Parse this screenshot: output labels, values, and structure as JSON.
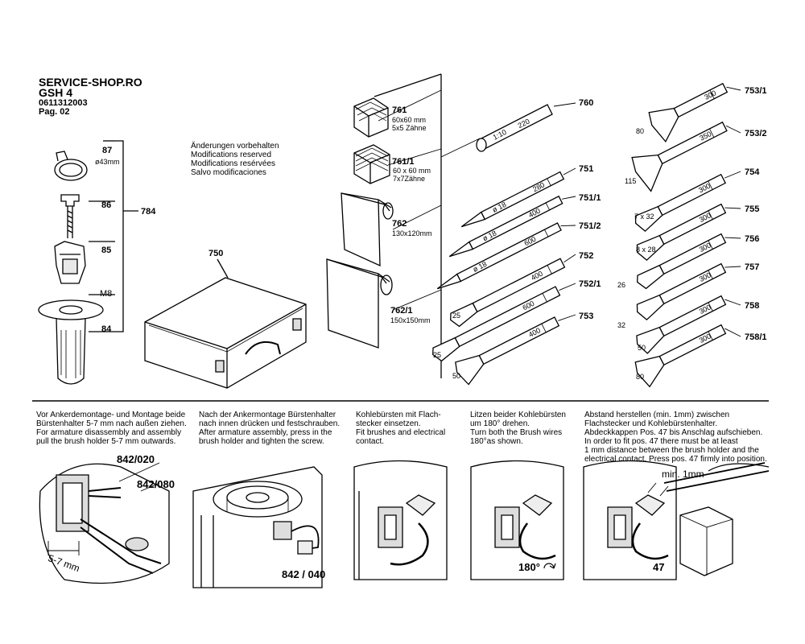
{
  "header": {
    "shop": "SERVICE-SHOP.RO",
    "model": "GSH 4",
    "part_number": "0611312003",
    "page": "Pag. 02"
  },
  "notice": [
    "Änderungen vorbehalten",
    "Modifications reserved",
    "Modifications resérvées",
    "Salvo modificaciones"
  ],
  "handle_parts": {
    "p87": "87",
    "p87_spec": "ø43mm",
    "p86": "86",
    "p85": "85",
    "m8": "M8",
    "p84": "84",
    "p784": "784"
  },
  "case": {
    "p750": "750"
  },
  "pads": {
    "p761": "761",
    "p761_spec1": "60x60 mm",
    "p761_spec2": "5x5 Zähne",
    "p761_1": "761/1",
    "p761_1_spec1": "60 x 60 mm",
    "p761_1_spec2": "7x7Zähne",
    "p762": "762",
    "p762_spec": "130x120mm",
    "p762_1": "762/1",
    "p762_1_spec": "150x150mm"
  },
  "chisels_mid": {
    "p760": "760",
    "p760_text": "1:10",
    "p760_len": "220",
    "p751": "751",
    "p751_d": "ø 18",
    "p751_len": "280",
    "p751_1": "751/1",
    "p751_1_d": "ø 18",
    "p751_1_len": "400",
    "p751_2": "751/2",
    "p751_2_d": "ø 18",
    "p751_2_len": "600",
    "p752": "752",
    "p752_w": "25",
    "p752_len": "400",
    "p752_1": "752/1",
    "p752_1_w": "25",
    "p752_1_len": "600",
    "p753": "753",
    "p753_w": "50",
    "p753_len": "400"
  },
  "chisels_right": {
    "p753_1": "753/1",
    "p753_1_w": "80",
    "p753_1_len": "300",
    "p753_2": "753/2",
    "p753_2_w": "115",
    "p753_2_len": "350",
    "p754": "754",
    "p754_w": "7 x 32",
    "p754_len": "300",
    "p755": "755",
    "p755_w": "8 x 28",
    "p755_len": "300",
    "p756": "756",
    "p756_w": "26",
    "p756_len": "300",
    "p757": "757",
    "p757_w": "32",
    "p757_len": "300",
    "p758": "758",
    "p758_w": "50",
    "p758_len": "300",
    "p758_1": "758/1",
    "p758_1_w": "80",
    "p758_1_len": "300"
  },
  "instructions": {
    "step1": [
      "Vor Ankerdemontage- und Montage beide",
      "Bürstenhalter 5-7 mm nach außen ziehen.",
      "For armature disassembly and assembly",
      "pull the brush holder 5-7 mm outwards."
    ],
    "step2": [
      "Nach der Ankermontage Bürstenhalter",
      "nach innen drücken und festschrauben.",
      "After armature assembly, press in the",
      "brush holder and tighten the screw."
    ],
    "step3": [
      "Kohlebürsten mit Flach-",
      "stecker einsetzen.",
      "Fit brushes and electrical",
      "contact."
    ],
    "step4": [
      "Litzen beider Kohlebürsten",
      "um 180° drehen.",
      "Turn both the Brush wires",
      "180°as shown."
    ],
    "step5": [
      "Abstand herstellen (min. 1mm) zwischen",
      "Flachstecker und Kohlebürstenhalter.",
      "Abdeckkappen Pos. 47 bis Anschlag aufschieben.",
      "In order to fit pos. 47 there must be at least",
      "1 mm distance between the brush holder and the",
      "electrical contact. Press pos. 47 firmly into position."
    ]
  },
  "callouts": {
    "c842_020": "842/020",
    "c842_080": "842/080",
    "dist": "5-7 mm",
    "c842_040": "842 / 040",
    "deg": "180°",
    "min": "min. 1mm",
    "p47": "47"
  },
  "colors": {
    "ink": "#000000",
    "shade": "#cfcfcf"
  }
}
